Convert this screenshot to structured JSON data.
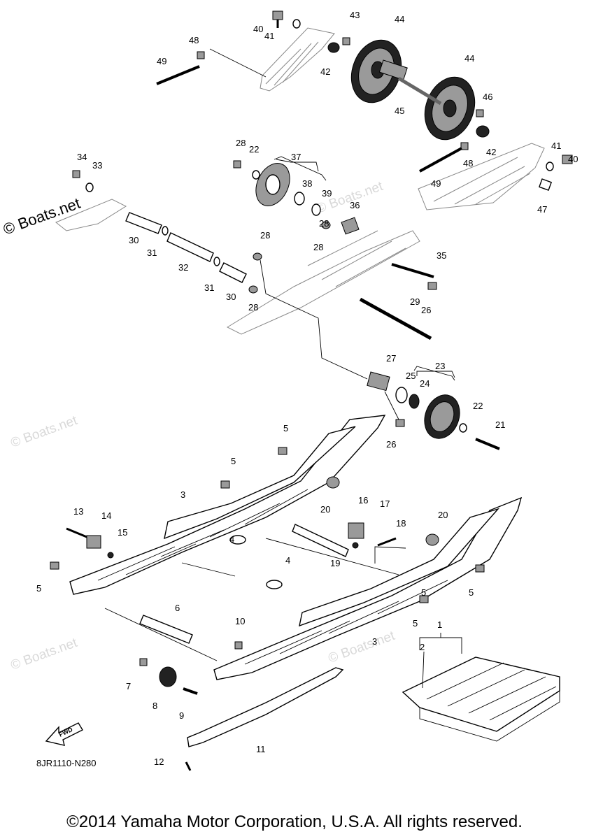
{
  "watermarks": [
    "© Boats.net",
    "© Boats.net",
    "© Boats.net",
    "© Boats.net",
    "© Boats.net"
  ],
  "labels": [
    "1",
    "2",
    "3",
    "3",
    "4",
    "4",
    "5",
    "5",
    "5",
    "5",
    "5",
    "5",
    "6",
    "7",
    "8",
    "9",
    "10",
    "11",
    "12",
    "13",
    "14",
    "15",
    "16",
    "17",
    "18",
    "19",
    "20",
    "20",
    "21",
    "22",
    "22",
    "23",
    "24",
    "25",
    "26",
    "26",
    "27",
    "28",
    "28",
    "28",
    "28",
    "28",
    "29",
    "30",
    "30",
    "31",
    "31",
    "32",
    "33",
    "34",
    "35",
    "36",
    "37",
    "38",
    "39",
    "40",
    "40",
    "41",
    "41",
    "42",
    "42",
    "43",
    "44",
    "44",
    "45",
    "46",
    "47",
    "48",
    "48",
    "49",
    "49"
  ],
  "fwd_label": "FWD",
  "diagram_code": "8JR1110-N280",
  "copyright": "©2014 Yamaha Motor Corporation, U.S.A. All rights reserved."
}
